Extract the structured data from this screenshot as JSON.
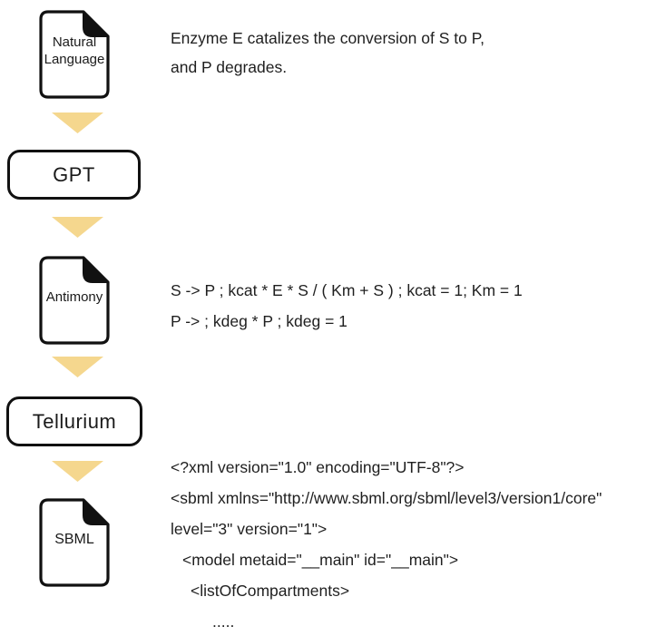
{
  "palette": {
    "arrow_fill": "#F5D78E",
    "ink": "#1a1a1a",
    "background": "#ffffff"
  },
  "pipeline": {
    "doc_natural_language": {
      "label_line1": "Natural",
      "label_line2": "Language"
    },
    "gpt_box": {
      "label": "GPT"
    },
    "doc_antimony": {
      "label": "Antimony"
    },
    "tellurium_box": {
      "label": "Tellurium"
    },
    "doc_sbml": {
      "label": "SBML"
    }
  },
  "annotations": {
    "natural_language": [
      "Enzyme E catalizes the conversion of S to P,",
      "and P degrades."
    ],
    "antimony": [
      "S -> P ; kcat * E * S / ( Km + S ) ; kcat = 1; Km = 1",
      "P -> ; kdeg * P ; kdeg = 1"
    ],
    "sbml": [
      "<?xml version=\"1.0\" encoding=\"UTF-8\"?>",
      "<sbml xmlns=\"http://www.sbml.org/sbml/level3/version1/core\"",
      "level=\"3\" version=\"1\">",
      "<model metaid=\"__main\" id=\"__main\">",
      "<listOfCompartments>",
      "....."
    ]
  }
}
